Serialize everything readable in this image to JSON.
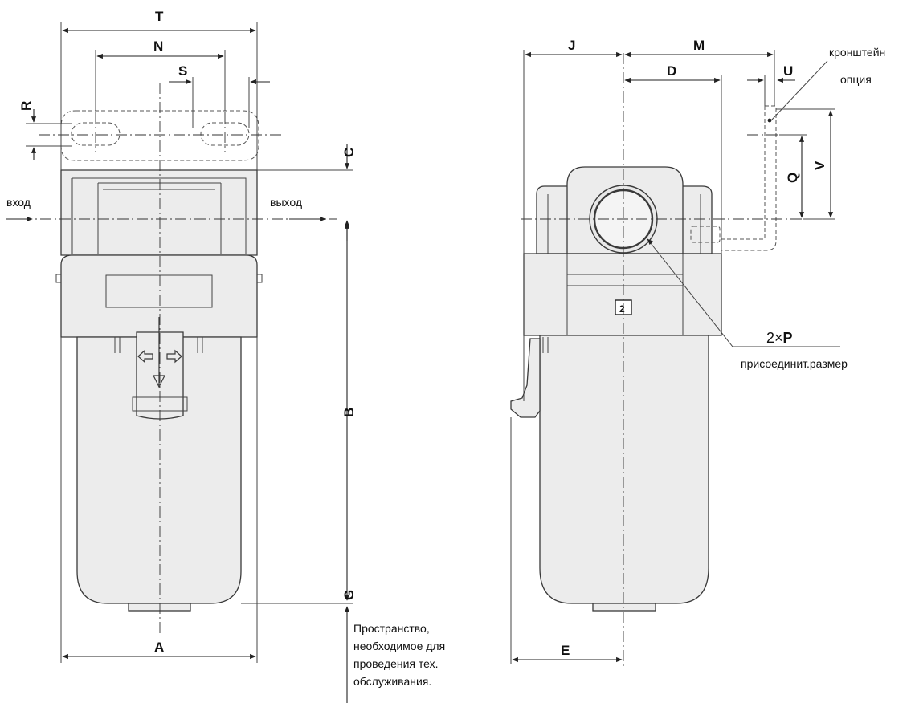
{
  "dimensions": {
    "T": "T",
    "N": "N",
    "S": "S",
    "R": "R",
    "C": "C",
    "B": "B",
    "A": "A",
    "G": "G",
    "J": "J",
    "M": "M",
    "D": "D",
    "U": "U",
    "Q": "Q",
    "V": "V",
    "E": "E"
  },
  "labels": {
    "inlet": "вход",
    "outlet": "выход",
    "bracket": "кронштейн",
    "option": "опция",
    "port_count": "2×",
    "port_letter": "P",
    "port_size": "присоединит.размер",
    "badge": "2"
  },
  "maintenance_note": [
    "Пространство,",
    "необходимое для",
    "проведения  тех.",
    "обслуживания."
  ]
}
